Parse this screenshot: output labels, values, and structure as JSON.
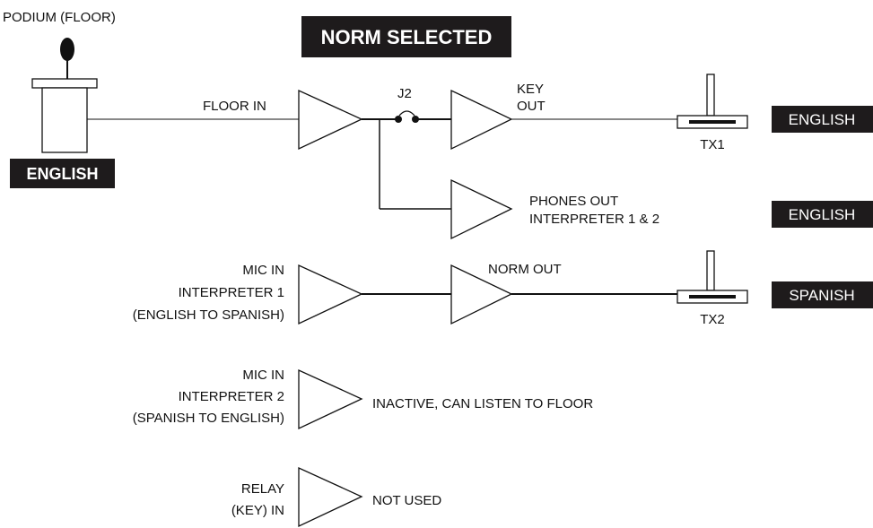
{
  "title": "NORM SELECTED",
  "podium": {
    "label": "PODIUM (FLOOR)",
    "language_badge": "ENGLISH"
  },
  "floor_path": {
    "input_label": "FLOOR IN",
    "jumper_label": "J2",
    "key_out_line1": "KEY",
    "key_out_line2": "OUT",
    "tx_label": "TX1",
    "output_badge": "ENGLISH",
    "phones_out_line1": "PHONES OUT",
    "phones_out_line2": "INTERPRETER 1 & 2",
    "phones_badge": "ENGLISH"
  },
  "interpreter1": {
    "line1": "MIC IN",
    "line2": "INTERPRETER 1",
    "line3": "(ENGLISH TO SPANISH)",
    "norm_out_label": "NORM OUT",
    "tx_label": "TX2",
    "output_badge": "SPANISH"
  },
  "interpreter2": {
    "line1": "MIC IN",
    "line2": "INTERPRETER 2",
    "line3": "(SPANISH TO ENGLISH)",
    "status": "INACTIVE, CAN LISTEN TO FLOOR"
  },
  "relay": {
    "line1": "RELAY",
    "line2": "(KEY) IN",
    "status": "NOT USED"
  },
  "colors": {
    "badge_bg": "#1e1b1c",
    "line": "#111111",
    "podium_knob": "#111111"
  }
}
